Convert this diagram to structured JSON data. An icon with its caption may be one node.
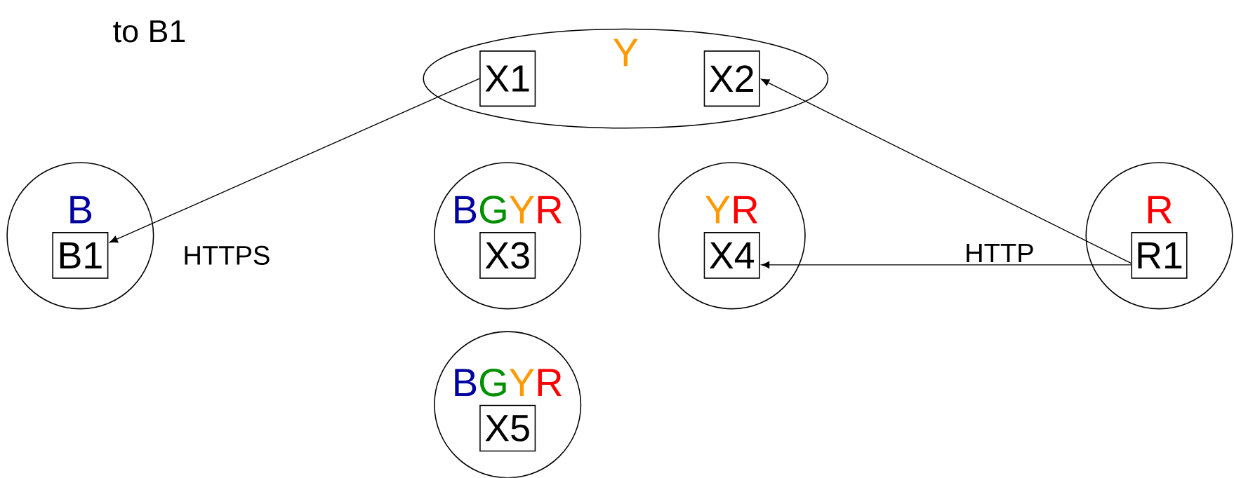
{
  "diagram": {
    "nodes": [
      {
        "text": [
          "Y"
        ]
      },
      {
        "text": [
          "X1"
        ],
        "in": 0
      },
      {
        "text": [
          "X2"
        ],
        "in": 0
      },
      {
        "text": [
          "B"
        ]
      },
      {
        "text": [
          "B1"
        ],
        "in": 3
      },
      {
        "text": [
          "B",
          "G",
          "Y",
          "R"
        ]
      },
      {
        "text": [
          "X3"
        ],
        "in": 5
      },
      {
        "text": [
          "Y",
          "R"
        ]
      },
      {
        "text": [
          "X4"
        ],
        "in": 7
      },
      {
        "text": [
          "R"
        ]
      },
      {
        "text": [
          "R1"
        ],
        "in": 9
      },
      {
        "text": [
          "B",
          "G",
          "Y",
          "R"
        ]
      },
      {
        "text": [
          "X5"
        ],
        "in": 11
      }
    ],
    "edges": [
      {
        "from": 1,
        "to": 4,
        "arrow": "to",
        "label": "HTTPS"
      },
      {
        "from": 10,
        "to": 2,
        "arrow": "to"
      },
      {
        "from": 10,
        "to": 8,
        "arrow": "to",
        "label": "HTTP"
      }
    ],
    "labels": [
      "to B1"
    ]
  }
}
